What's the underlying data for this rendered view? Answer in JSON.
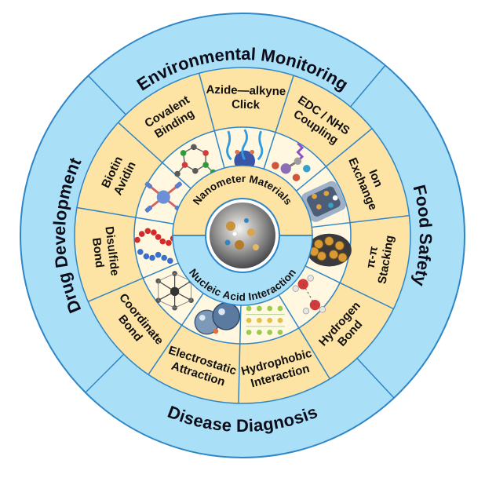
{
  "outer_ring": {
    "top": "Environmental Monitoring",
    "right": "Food Safety",
    "bottom": "Disease Diagnosis",
    "left": "Drug Development"
  },
  "core": {
    "upper": "Nanometer Materials",
    "lower": "Nucleic Acid Interaction"
  },
  "segments": [
    {
      "lines": [
        "Azide—alkyne",
        "Click"
      ],
      "icon": "azide-alkyne-click-icon"
    },
    {
      "lines": [
        "EDC / NHS",
        "Coupling"
      ],
      "icon": "edc-nhs-coupling-icon"
    },
    {
      "lines": [
        "Ion",
        "Exchange"
      ],
      "icon": "ion-exchange-icon"
    },
    {
      "lines": [
        "π-π",
        "Stacking"
      ],
      "icon": "pi-stacking-icon"
    },
    {
      "lines": [
        "Hydrogen",
        "Bond"
      ],
      "icon": "hydrogen-bond-icon"
    },
    {
      "lines": [
        "Hydrophobic",
        "Interaction"
      ],
      "icon": "hydrophobic-interaction-icon"
    },
    {
      "lines": [
        "Electrostatic",
        "Attraction"
      ],
      "icon": "electrostatic-attraction-icon"
    },
    {
      "lines": [
        "Coordinate",
        "Bond"
      ],
      "icon": "coordinate-bond-icon"
    },
    {
      "lines": [
        "Disulfide",
        "Bond"
      ],
      "icon": "disulfide-bond-icon"
    },
    {
      "lines": [
        "Biotin",
        "Avidin"
      ],
      "icon": "biotin-avidin-icon"
    },
    {
      "lines": [
        "Covalent",
        "Binding"
      ],
      "icon": "covalent-binding-icon"
    }
  ],
  "colors": {
    "outer_ring": "#a9dff7",
    "outer_ring_stroke": "#2f86c7",
    "segment_fill": "#fde3a4",
    "icon_ring_fill": "#fff7df",
    "divider": "#2f86c7",
    "core_upper": "#fde3a4",
    "core_lower": "#a9dff7"
  }
}
